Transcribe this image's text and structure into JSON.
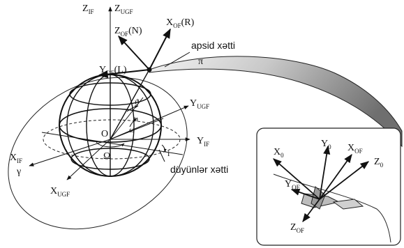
{
  "labels": {
    "z_if": {
      "main": "Z",
      "sub": "IF"
    },
    "z_ugf": {
      "main": "Z",
      "sub": "UGF"
    },
    "z_of": {
      "main": "Z",
      "sub": "OF",
      "suffix": "(N)"
    },
    "x_of": {
      "main": "X",
      "sub": "OF",
      "suffix": "(R)"
    },
    "y_of": {
      "main": "Y",
      "sub": "OF",
      "suffix": "(L)"
    },
    "apsid_line": "apsid xətti",
    "pi": "π",
    "y_ugf": {
      "main": "Y",
      "sub": "UGF"
    },
    "theta": "ϑ",
    "nu": "υ",
    "omega_small": "ω",
    "origin": "O",
    "y_if": {
      "main": "Y",
      "sub": "IF"
    },
    "x_if": {
      "main": "X",
      "sub": "IF"
    },
    "gamma": "γ",
    "omega_big": "Ω",
    "i": "i",
    "node_line": "düyünlər xətti",
    "x_ugf": {
      "main": "X",
      "sub": "UGF"
    }
  },
  "inset": {
    "x0": {
      "main": "X",
      "sub": "0"
    },
    "y0": {
      "main": "Y",
      "sub": "0"
    },
    "x_of": {
      "main": "X",
      "sub": "OF"
    },
    "z0": {
      "main": "Z",
      "sub": "0"
    },
    "y_of": {
      "main": "Y",
      "sub": "OF"
    },
    "z_of": {
      "main": "Z",
      "sub": "OF"
    }
  }
}
